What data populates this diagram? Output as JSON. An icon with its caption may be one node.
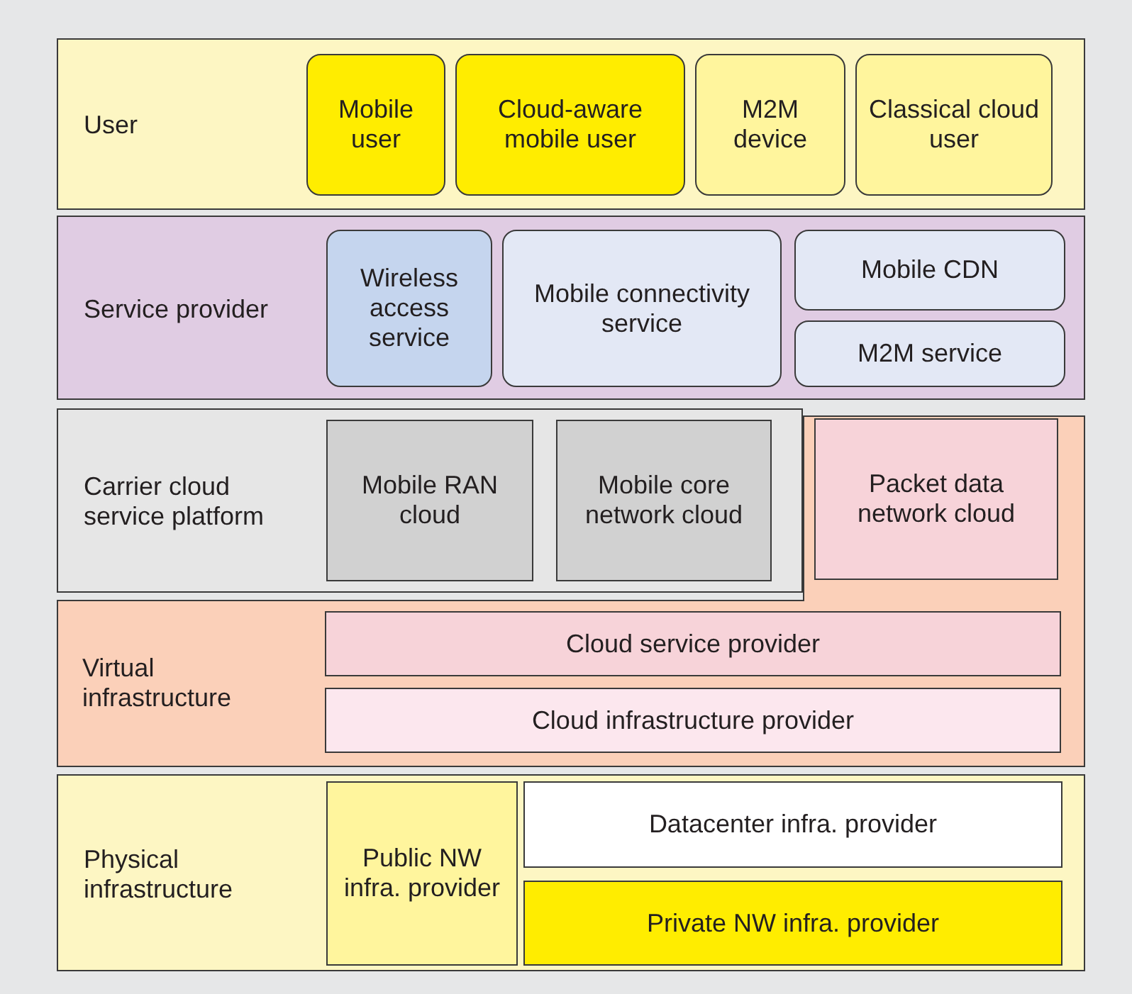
{
  "diagram": {
    "nodes": [
      {
        "text": [
          "User"
        ]
      },
      {
        "text": [
          "Mobile user"
        ],
        "in": 0
      },
      {
        "text": [
          "Cloud-aware mobile user"
        ],
        "in": 0
      },
      {
        "text": [
          "M2M device"
        ],
        "in": 0
      },
      {
        "text": [
          "Classical cloud user"
        ],
        "in": 0
      },
      {
        "text": [
          "Service provider"
        ]
      },
      {
        "text": [
          "Wireless access service"
        ],
        "in": 5
      },
      {
        "text": [
          "Mobile connectivity service"
        ],
        "in": 5
      },
      {
        "text": [
          "Mobile CDN"
        ],
        "in": 5
      },
      {
        "text": [
          "M2M service"
        ],
        "in": 5
      },
      {
        "text": [
          "Carrier cloud service platform"
        ]
      },
      {
        "text": [
          "Mobile RAN cloud"
        ],
        "in": 10
      },
      {
        "text": [
          "Mobile core network cloud"
        ],
        "in": 10
      },
      {
        "text": [
          "Virtual infrastructure"
        ]
      },
      {
        "text": [
          "Packet data network cloud"
        ],
        "in": 13
      },
      {
        "text": [
          "Cloud service provider"
        ],
        "in": 13
      },
      {
        "text": [
          "Cloud infrastructure provider"
        ],
        "in": 13
      },
      {
        "text": [
          "Physical infrastructure"
        ]
      },
      {
        "text": [
          "Public NW infra. provider"
        ],
        "in": 17
      },
      {
        "text": [
          "Datacenter infra. provider"
        ],
        "in": 17
      },
      {
        "text": [
          "Private NW infra. provider"
        ],
        "in": 17
      }
    ]
  }
}
